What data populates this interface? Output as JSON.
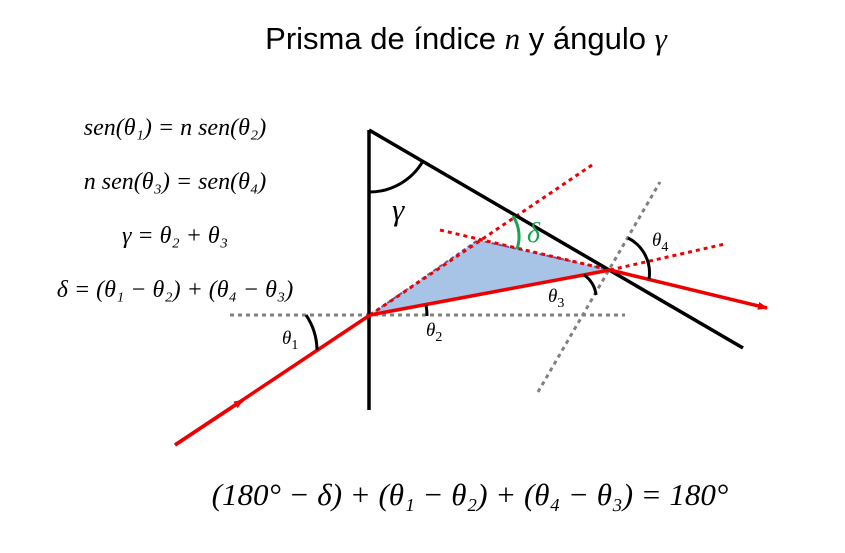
{
  "title": {
    "prefix": "Prisma de índice ",
    "n": "n",
    "middle": " y ángulo ",
    "gamma": "γ"
  },
  "equations": [
    "sen(θ₁) = n sen(θ₂)",
    "n sen(θ₃) = sen(θ₄)",
    "γ = θ₂ + θ₃",
    "δ = (θ₁ − θ₂) + (θ₄ − θ₃)"
  ],
  "bottom_equation": "(180° − δ) + (θ₁ − θ₂) + (θ₄ − θ₃) = 180°",
  "labels": {
    "gamma": "γ",
    "delta": "δ",
    "theta": "θ",
    "theta1_sub": "1",
    "theta2_sub": "2",
    "theta3_sub": "3",
    "theta4_sub": "4"
  },
  "colors": {
    "prism": "#000000",
    "ray": "#ee0000",
    "extension": "#ee0000",
    "normal": "#808080",
    "triangle_fill": "#a7c3e6",
    "triangle_edge": "#6a5a9a",
    "delta": "#1aa552"
  }
}
